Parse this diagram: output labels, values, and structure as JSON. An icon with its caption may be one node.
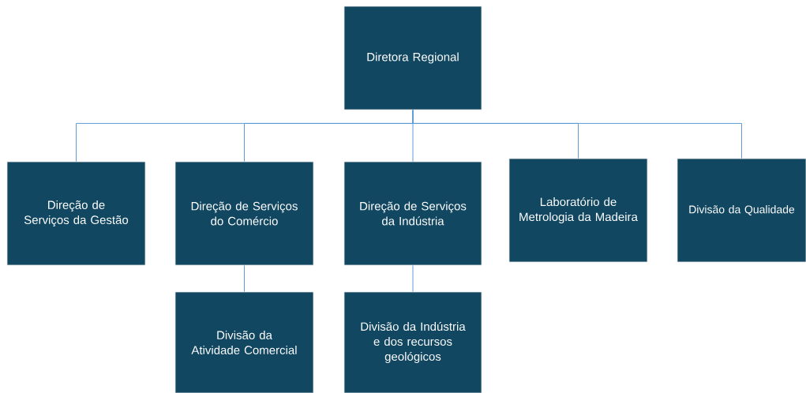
{
  "diagram": {
    "nodes": [
      {
        "text": [
          "Diretora Regional"
        ]
      },
      {
        "text": [
          "Direção de Serviços da Gestão"
        ]
      },
      {
        "text": [
          "Direção de Serviços do Comércio"
        ]
      },
      {
        "text": [
          "Direção de Serviços da Indústria"
        ]
      },
      {
        "text": [
          "Laboratório de Metrologia da Madeira"
        ]
      },
      {
        "text": [
          "Divisão da Qualidade"
        ]
      },
      {
        "text": [
          "Divisão da Atividade Comercial"
        ]
      },
      {
        "text": [
          "Divisão da Indústria e dos recursos geológicos"
        ]
      }
    ],
    "edges": [
      {
        "from": 0,
        "to": 1,
        "arrow": "none"
      },
      {
        "from": 0,
        "to": 2,
        "arrow": "none"
      },
      {
        "from": 0,
        "to": 3,
        "arrow": "none"
      },
      {
        "from": 0,
        "to": 4,
        "arrow": "none"
      },
      {
        "from": 0,
        "to": 5,
        "arrow": "none"
      },
      {
        "from": 2,
        "to": 6,
        "arrow": "none"
      },
      {
        "from": 3,
        "to": 7,
        "arrow": "none"
      }
    ]
  }
}
